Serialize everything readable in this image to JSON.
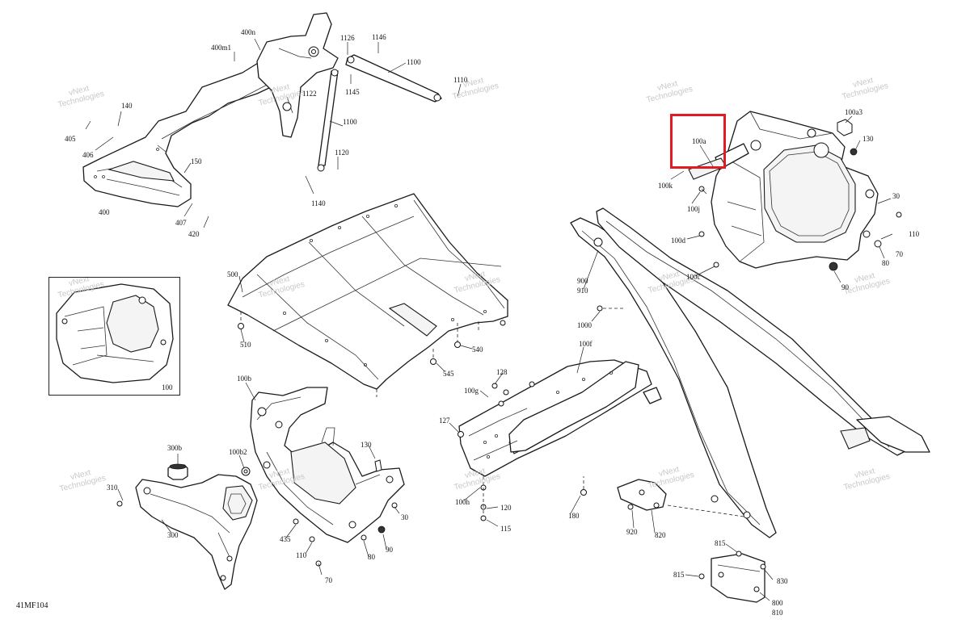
{
  "drawing_id": "41MF104",
  "watermark": {
    "line1": "vNext",
    "line2": "Technologies"
  },
  "highlight": {
    "color": "#e01b24",
    "target": "100a"
  },
  "callouts": [
    "400m1",
    "400n",
    "1126",
    "1146",
    "1100",
    "1110",
    "140",
    "1145",
    "1122",
    "1100",
    "1120",
    "1140",
    "405",
    "406",
    "150",
    "400",
    "407",
    "420",
    "100a",
    "100a3",
    "130",
    "100k",
    "100j",
    "30",
    "110",
    "100d",
    "80",
    "70",
    "90",
    "100c",
    "500",
    "510",
    "540",
    "545",
    "900",
    "910",
    "1000",
    "100",
    "100f",
    "128",
    "100g",
    "127",
    "100b",
    "300b",
    "100b2",
    "130",
    "310",
    "30",
    "300",
    "435",
    "110",
    "80",
    "90",
    "70",
    "100h",
    "120",
    "115",
    "180",
    "920",
    "820",
    "815",
    "815",
    "830",
    "800",
    "810"
  ]
}
